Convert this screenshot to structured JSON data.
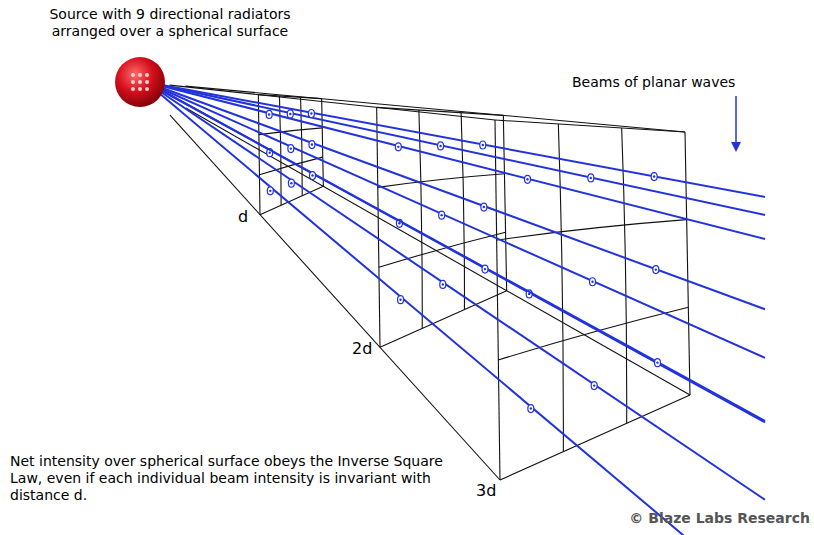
{
  "diagram": {
    "labels": [
      "Source with 9 directional radiators arranged over a spherical surface",
      "Beams of planar waves",
      "d",
      "2d",
      "3d",
      "Net intensity over spherical surface obeys the Inverse Square Law, even if each individual beam intensity is invariant with distance d.",
      "© Blaze Labs Research"
    ]
  }
}
